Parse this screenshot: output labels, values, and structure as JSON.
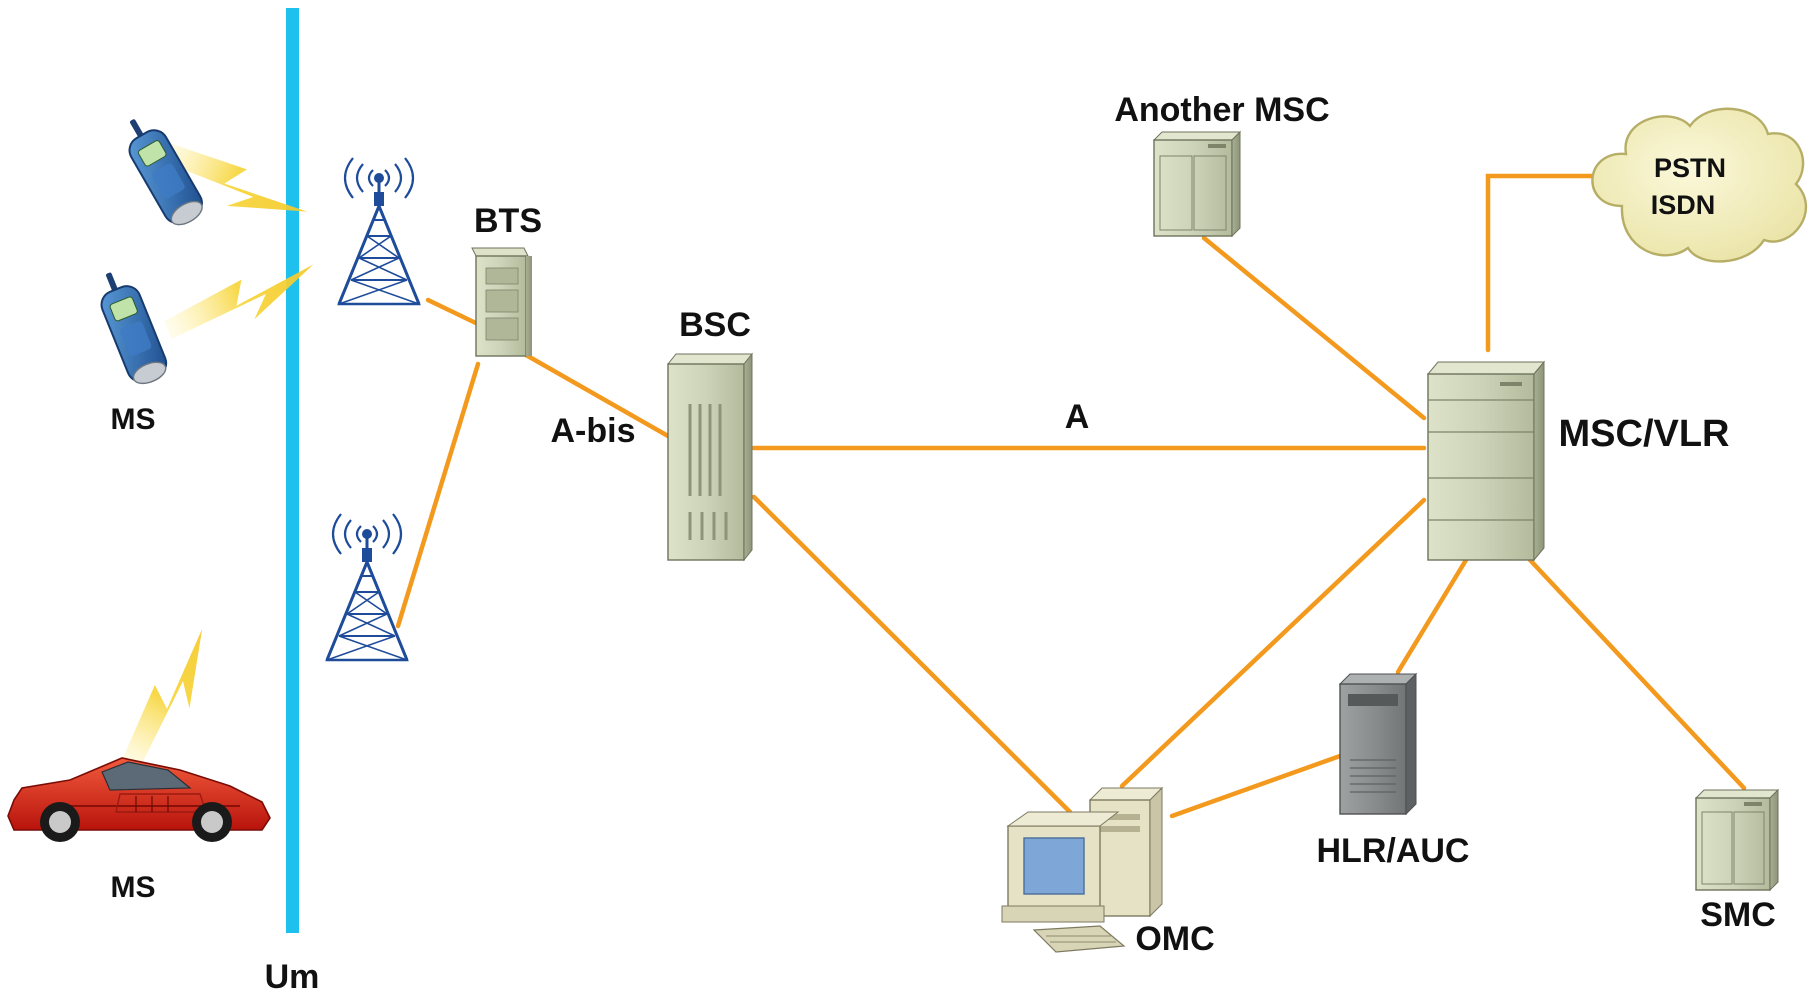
{
  "colors": {
    "link": "#F39A1E",
    "um_bar": "#1EC1EE",
    "equipment_fill": "#C9CFB5",
    "equipment_dark": "#9DA387",
    "cloud_fill": "#F4F0C2",
    "lightning": "#F7D84A",
    "tower": "#1E4C9A",
    "car": "#E8261A",
    "phone": "#2B6CB8"
  },
  "labels": {
    "ms_phones": "MS",
    "ms_car": "MS",
    "um": "Um",
    "bts": "BTS",
    "abis": "A-bis",
    "bsc": "BSC",
    "a_interface": "A",
    "another_msc": "Another MSC",
    "msc_vlr": "MSC/VLR",
    "pstn": "PSTN",
    "isdn": "ISDN",
    "hlr_auc": "HLR/AUC",
    "omc": "OMC",
    "smc": "SMC"
  },
  "icons": {
    "phone": "mobile-phone-icon",
    "car": "car-icon",
    "tower": "antenna-tower-icon",
    "cabinet": "equipment-cabinet-icon",
    "server": "server-rack-icon",
    "computer": "computer-workstation-icon",
    "cloud": "network-cloud-icon",
    "lightning": "radio-link-lightning-icon"
  }
}
